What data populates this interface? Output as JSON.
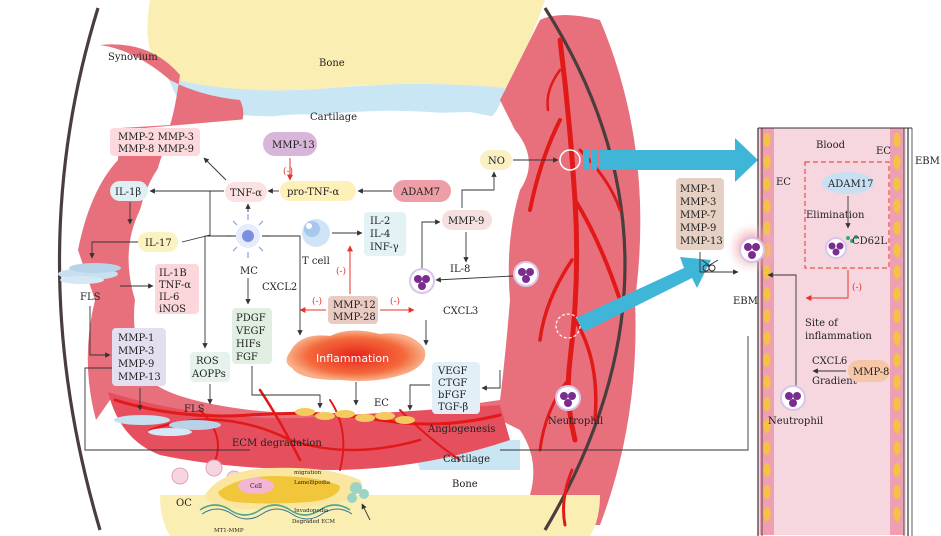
{
  "colors": {
    "synovium": "#e8707c",
    "bone": "#fbeeb3",
    "cartilage": "#c9e6f5",
    "vessel": "#e21919",
    "arrow": "#3fb6d8",
    "blood": "#f6d7e0",
    "inflammation": "#f0593a"
  },
  "tissue": {
    "synovium": "Synovium",
    "bone_top": "Bone",
    "cartilage_top": "Cartilage",
    "cartilage_bottom": "Cartilage",
    "bone_bottom": "Bone"
  },
  "boxes": {
    "mmp_top": [
      "MMP-2  MMP-3",
      "MMP-8  MMP-9"
    ],
    "mmp13": "MMP-13",
    "pro_tnf": "pro-TNF-α",
    "adam7": "ADAM7",
    "tnf": "TNF-α",
    "il1b": "IL-1β",
    "il17": "IL-17",
    "fls_cyto": [
      "IL-1B",
      "TNF-α",
      "IL-6",
      "iNOS"
    ],
    "mmp_left": [
      "MMP-1",
      "MMP-3",
      "MMP-9",
      "MMP-13"
    ],
    "ros": [
      "ROS",
      "AOPPs"
    ],
    "pdgf": [
      "PDGF",
      "VEGF",
      "HIFs",
      "FGF"
    ],
    "il_t": [
      "IL-2",
      "IL-4",
      "INF-γ"
    ],
    "mmp12": [
      "MMP-12",
      "MMP-28"
    ],
    "mmp9": "MMP-9",
    "no": "NO",
    "vegf": [
      "VEGF",
      "CTGF",
      "bFGF",
      "TGF-β"
    ],
    "mmp_right": [
      "MMP-1",
      "MMP-3",
      "MMP-7",
      "MMP-9",
      "MMP-13"
    ],
    "adam17": "ADAM17",
    "mmp8": "MMP-8"
  },
  "labels": {
    "mc": "MC",
    "tcell": "T cell",
    "cxcl2": "CXCL2",
    "cxcl3": "CXCL3",
    "il8": "IL-8",
    "fls1": "FLS",
    "fls2": "FLS",
    "ec_left": "EC",
    "angiogenesis": "Angiogenesis",
    "ecm_degradation": "ECM degradation",
    "inflammation": "Inflammation",
    "neutrophil_left": "Neutrophil",
    "neg": "(-)",
    "oc": "OC",
    "cell": "Cell",
    "migration": "migration",
    "lamellipodia": "Lamellipodia",
    "invadopodia": "Invadopodia",
    "degraded_ecm": "Degraded ECM",
    "mt1mmp": "MT1-MMP",
    "blood": "Blood",
    "ec_r1": "EC",
    "ec_r2": "EC",
    "ebm_top": "EBM",
    "ebm_mid": "EBM",
    "elimination": "Elimination",
    "cd62l": "CD62L",
    "site": [
      "Site of",
      "inflammation"
    ],
    "cxcl6": "CXCL6",
    "gradient": "Gradient",
    "neutrophil_right": "Neutrophil"
  }
}
